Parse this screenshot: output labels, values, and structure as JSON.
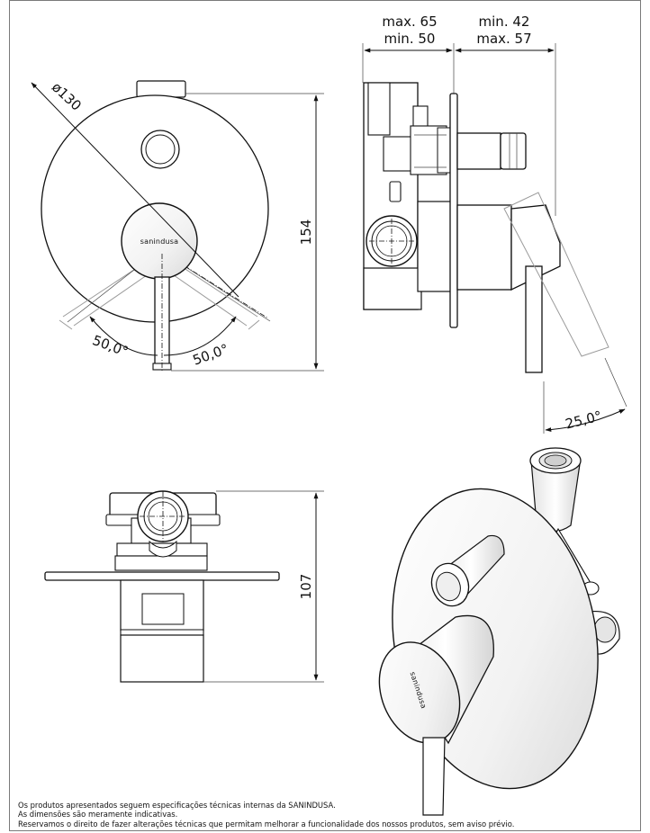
{
  "dimensions": {
    "diameter": "ø130",
    "height_front": "154",
    "angle_left": "50,0°",
    "angle_right": "50,0°",
    "depth_max": "max. 65",
    "depth_min": "min. 50",
    "handle_min": "min. 42",
    "handle_max": "max. 57",
    "handle_angle": "25,0°",
    "height_top": "107"
  },
  "brand": {
    "front_label": "sanindusa",
    "iso_label": "sanindusa"
  },
  "notes": [
    "Os produtos apresentados seguem especificações técnicas internas da SANINDUSA.",
    "As dimensões são meramente indicativas.",
    "Reservamos o direito de fazer alterações técnicas que permitam melhorar a funcionalidade dos nossos produtos, sem aviso prévio."
  ]
}
